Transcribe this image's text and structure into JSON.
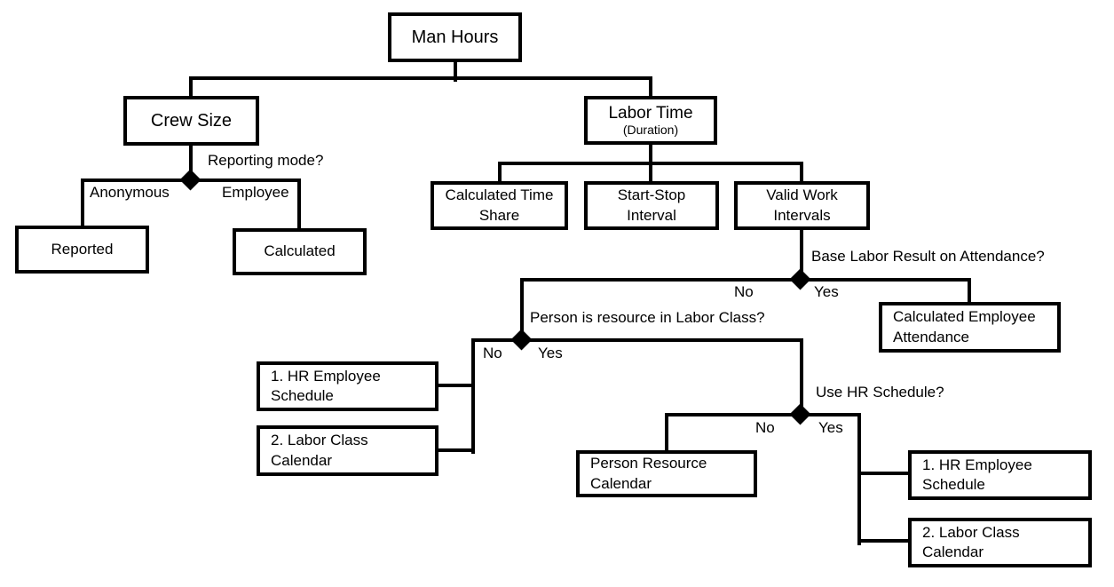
{
  "nodes": {
    "man_hours": {
      "label": "Man Hours"
    },
    "crew_size": {
      "label": "Crew Size"
    },
    "labor_time": {
      "label": "Labor Time",
      "sublabel": "(Duration)"
    },
    "reported": {
      "label": "Reported"
    },
    "calculated": {
      "label": "Calculated"
    },
    "calculated_time_share": {
      "label": "Calculated Time Share"
    },
    "start_stop_interval": {
      "label": "Start-Stop Interval"
    },
    "valid_work_intervals": {
      "label": "Valid Work Intervals"
    },
    "calculated_employee_attendance": {
      "label": "Calculated Employee Attendance"
    },
    "hr_employee_schedule_left": {
      "label": "1. HR Employee Schedule"
    },
    "labor_class_calendar_left": {
      "label": "2. Labor Class Calendar"
    },
    "person_resource_calendar": {
      "label": "Person Resource Calendar"
    },
    "hr_employee_schedule_right": {
      "label": "1. HR Employee Schedule"
    },
    "labor_class_calendar_right": {
      "label": "2. Labor Class Calendar"
    }
  },
  "decisions": {
    "reporting_mode": {
      "question": "Reporting mode?",
      "left_branch": "Anonymous",
      "right_branch": "Employee"
    },
    "base_labor_on_attendance": {
      "question": "Base Labor Result on Attendance?",
      "left_branch": "No",
      "right_branch": "Yes"
    },
    "person_is_resource": {
      "question": "Person is resource in Labor Class?",
      "left_branch": "No",
      "right_branch": "Yes"
    },
    "use_hr_schedule": {
      "question": "Use HR Schedule?",
      "left_branch": "No",
      "right_branch": "Yes"
    }
  },
  "colors": {
    "line": "#000000",
    "text": "#000000",
    "background": "#ffffff"
  }
}
